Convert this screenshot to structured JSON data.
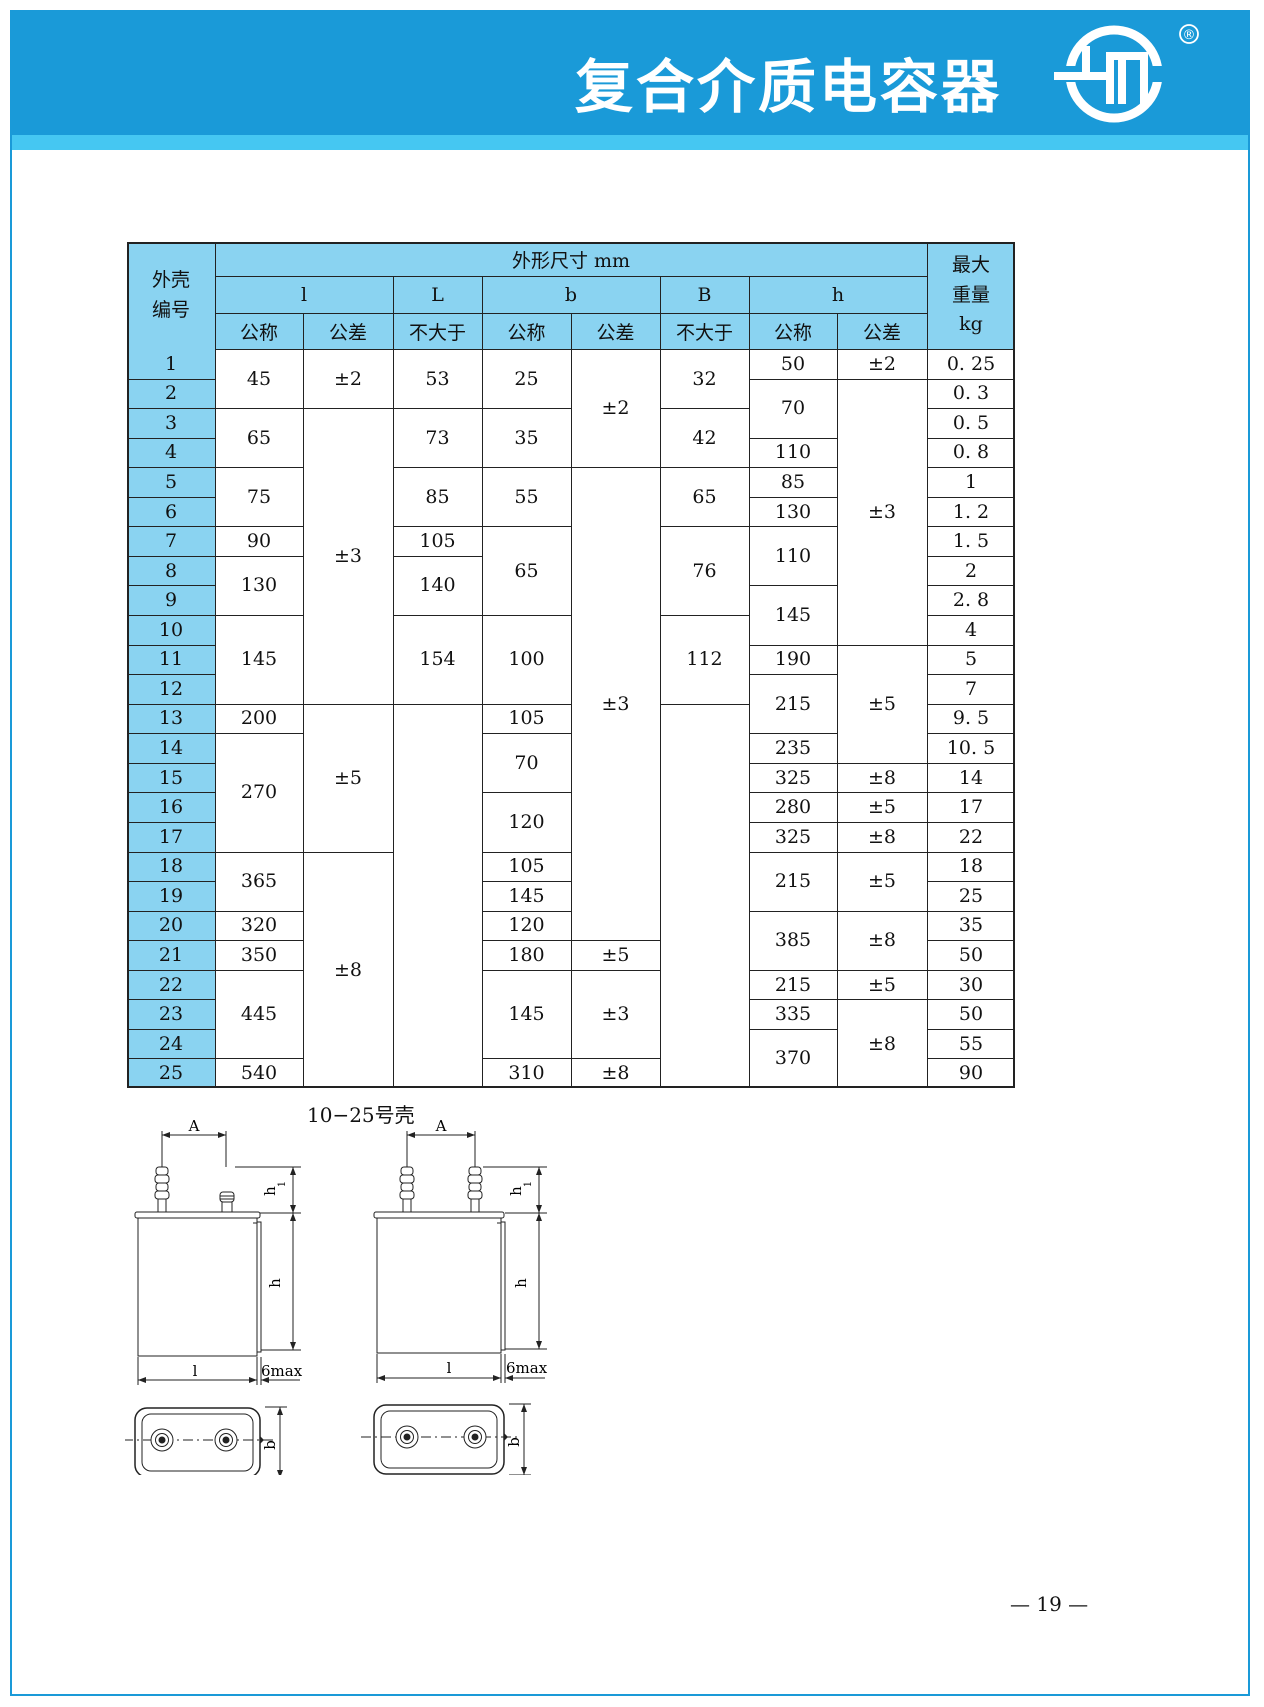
{
  "header": {
    "title": "复合介质电容器",
    "registered_mark": "®",
    "colors": {
      "band": "#1a9ad8",
      "stripe": "#45c7f2",
      "table_header": "#8ad3f1"
    }
  },
  "table": {
    "h_shell": "外壳\n编号",
    "h_dims": "外形尺寸 mm",
    "h_weight": "最大\n重量\nkg",
    "h_l": "l",
    "h_L": "L",
    "h_b": "b",
    "h_B": "B",
    "h_h": "h",
    "h_nominal": "公称",
    "h_tolerance": "公差",
    "h_notmore": "不大于",
    "shell_numbers": [
      "1",
      "2",
      "3",
      "4",
      "5",
      "6",
      "7",
      "8",
      "9",
      "10",
      "11",
      "12",
      "13",
      "14",
      "15",
      "16",
      "17",
      "18",
      "19",
      "20",
      "21",
      "22",
      "23",
      "24",
      "25"
    ],
    "l_nominal": [
      {
        "rows": [
          1,
          2
        ],
        "v": "45"
      },
      {
        "rows": [
          3,
          4
        ],
        "v": "65"
      },
      {
        "rows": [
          5,
          6
        ],
        "v": "75"
      },
      {
        "rows": [
          7,
          7
        ],
        "v": "90"
      },
      {
        "rows": [
          8,
          9
        ],
        "v": "130"
      },
      {
        "rows": [
          10,
          12
        ],
        "v": "145"
      },
      {
        "rows": [
          13,
          13
        ],
        "v": "200"
      },
      {
        "rows": [
          14,
          17
        ],
        "v": "270"
      },
      {
        "rows": [
          18,
          19
        ],
        "v": "365"
      },
      {
        "rows": [
          20,
          20
        ],
        "v": "320"
      },
      {
        "rows": [
          21,
          21
        ],
        "v": "350"
      },
      {
        "rows": [
          22,
          24
        ],
        "v": "445"
      },
      {
        "rows": [
          25,
          25
        ],
        "v": "540"
      }
    ],
    "l_tolerance": [
      {
        "rows": [
          1,
          2
        ],
        "v": "±2"
      },
      {
        "rows": [
          3,
          12
        ],
        "v": "±3"
      },
      {
        "rows": [
          13,
          17
        ],
        "v": "±5"
      },
      {
        "rows": [
          18,
          25
        ],
        "v": "±8"
      }
    ],
    "L_notmore": [
      {
        "rows": [
          1,
          2
        ],
        "v": "53"
      },
      {
        "rows": [
          3,
          4
        ],
        "v": "73"
      },
      {
        "rows": [
          5,
          6
        ],
        "v": "85"
      },
      {
        "rows": [
          7,
          7
        ],
        "v": "105"
      },
      {
        "rows": [
          8,
          9
        ],
        "v": "140"
      },
      {
        "rows": [
          10,
          12
        ],
        "v": "154"
      },
      {
        "rows": [
          13,
          25
        ],
        "v": ""
      }
    ],
    "b_nominal": [
      {
        "rows": [
          1,
          2
        ],
        "v": "25"
      },
      {
        "rows": [
          3,
          4
        ],
        "v": "35"
      },
      {
        "rows": [
          5,
          6
        ],
        "v": "55"
      },
      {
        "rows": [
          7,
          9
        ],
        "v": "65"
      },
      {
        "rows": [
          10,
          12
        ],
        "v": "100"
      },
      {
        "rows": [
          13,
          13
        ],
        "v": "105"
      },
      {
        "rows": [
          14,
          15
        ],
        "v": "70"
      },
      {
        "rows": [
          16,
          17
        ],
        "v": "120"
      },
      {
        "rows": [
          18,
          18
        ],
        "v": "105"
      },
      {
        "rows": [
          19,
          19
        ],
        "v": "145"
      },
      {
        "rows": [
          20,
          20
        ],
        "v": "120"
      },
      {
        "rows": [
          21,
          21
        ],
        "v": "180"
      },
      {
        "rows": [
          22,
          24
        ],
        "v": "145"
      },
      {
        "rows": [
          25,
          25
        ],
        "v": "310"
      }
    ],
    "b_tolerance": [
      {
        "rows": [
          1,
          4
        ],
        "v": "±2"
      },
      {
        "rows": [
          5,
          20
        ],
        "v": "±3"
      },
      {
        "rows": [
          21,
          21
        ],
        "v": "±5"
      },
      {
        "rows": [
          22,
          24
        ],
        "v": "±3"
      },
      {
        "rows": [
          25,
          25
        ],
        "v": "±8"
      }
    ],
    "B_notmore": [
      {
        "rows": [
          1,
          2
        ],
        "v": "32"
      },
      {
        "rows": [
          3,
          4
        ],
        "v": "42"
      },
      {
        "rows": [
          5,
          6
        ],
        "v": "65"
      },
      {
        "rows": [
          7,
          9
        ],
        "v": "76"
      },
      {
        "rows": [
          10,
          12
        ],
        "v": "112"
      },
      {
        "rows": [
          13,
          25
        ],
        "v": ""
      }
    ],
    "h_nominal_vals": [
      {
        "rows": [
          1,
          1
        ],
        "v": "50"
      },
      {
        "rows": [
          2,
          3
        ],
        "v": "70"
      },
      {
        "rows": [
          4,
          4
        ],
        "v": "110"
      },
      {
        "rows": [
          5,
          5
        ],
        "v": "85"
      },
      {
        "rows": [
          6,
          6
        ],
        "v": "130"
      },
      {
        "rows": [
          7,
          8
        ],
        "v": "110"
      },
      {
        "rows": [
          9,
          10
        ],
        "v": "145"
      },
      {
        "rows": [
          11,
          11
        ],
        "v": "190"
      },
      {
        "rows": [
          12,
          13
        ],
        "v": "215"
      },
      {
        "rows": [
          14,
          14
        ],
        "v": "235"
      },
      {
        "rows": [
          15,
          15
        ],
        "v": "325"
      },
      {
        "rows": [
          16,
          16
        ],
        "v": "280"
      },
      {
        "rows": [
          17,
          17
        ],
        "v": "325"
      },
      {
        "rows": [
          18,
          19
        ],
        "v": "215"
      },
      {
        "rows": [
          20,
          21
        ],
        "v": "385"
      },
      {
        "rows": [
          22,
          22
        ],
        "v": "215"
      },
      {
        "rows": [
          23,
          23
        ],
        "v": "335"
      },
      {
        "rows": [
          24,
          25
        ],
        "v": "370"
      }
    ],
    "h_tolerance_vals": [
      {
        "rows": [
          1,
          1
        ],
        "v": "±2"
      },
      {
        "rows": [
          2,
          10
        ],
        "v": "±3"
      },
      {
        "rows": [
          11,
          14
        ],
        "v": "±5"
      },
      {
        "rows": [
          15,
          15
        ],
        "v": "±8"
      },
      {
        "rows": [
          16,
          16
        ],
        "v": "±5"
      },
      {
        "rows": [
          17,
          17
        ],
        "v": "±8"
      },
      {
        "rows": [
          18,
          19
        ],
        "v": "±5"
      },
      {
        "rows": [
          20,
          21
        ],
        "v": "±8"
      },
      {
        "rows": [
          22,
          22
        ],
        "v": "±5"
      },
      {
        "rows": [
          23,
          25
        ],
        "v": "±8"
      }
    ],
    "max_weight": [
      "0. 25",
      "0. 3",
      "0. 5",
      "0. 8",
      "1",
      "1. 2",
      "1. 5",
      "2",
      "2. 8",
      "4",
      "5",
      "7",
      "9. 5",
      "10. 5",
      "14",
      "17",
      "22",
      "18",
      "25",
      "35",
      "50",
      "30",
      "50",
      "55",
      "90"
    ]
  },
  "drawings": {
    "caption": "10−25号壳",
    "dim_A": "A",
    "dim_h1": "h",
    "dim_h1_sub": "1",
    "dim_h": "h",
    "dim_l": "l",
    "dim_6max": "6max",
    "dim_b": "b"
  },
  "footer": {
    "page_number": "— 19 —"
  }
}
